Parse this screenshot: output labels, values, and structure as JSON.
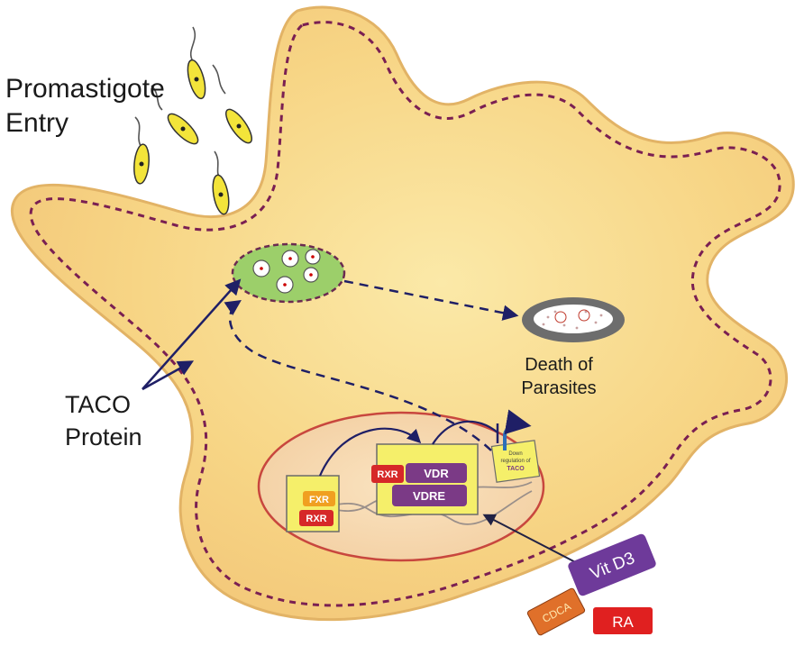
{
  "labels": {
    "promastigote_line1": "Promastigote",
    "promastigote_line2": "Entry",
    "taco_line1": "TACO",
    "taco_line2": "Protein",
    "death_line1": "Death of",
    "death_line2": "Parasites",
    "fxr": "FXR",
    "rxr_left": "RXR",
    "rxr_right": "RXR",
    "vdr": "VDR",
    "vdre": "VDRE",
    "downreg_line1": "Down",
    "downreg_line2": "regulation of",
    "downreg_line3": "TACO",
    "vitd3": "Vit D3",
    "cdca": "CDCA",
    "ra": "RA"
  },
  "colors": {
    "cell_fill": "#f6cf7e",
    "cell_center": "#fbe6a4",
    "cell_border": "#7a1f52",
    "phagosome_green": "#9ccf6a",
    "nucleus_fill": "#f7d8b0",
    "nucleus_border": "#c8473e",
    "box_yellow": "#f5ef6a",
    "fxr_orange": "#f0a020",
    "rxr_red": "#d62828",
    "vdr_purple": "#7b3a86",
    "vitd3_purple": "#6e3a9a",
    "cdca_orange": "#e0702a",
    "ra_red": "#e02020",
    "arrow_navy": "#1f1f66",
    "parasite_yellow": "#f3e43a",
    "phagolysosome_grey": "#6d6d6d"
  }
}
